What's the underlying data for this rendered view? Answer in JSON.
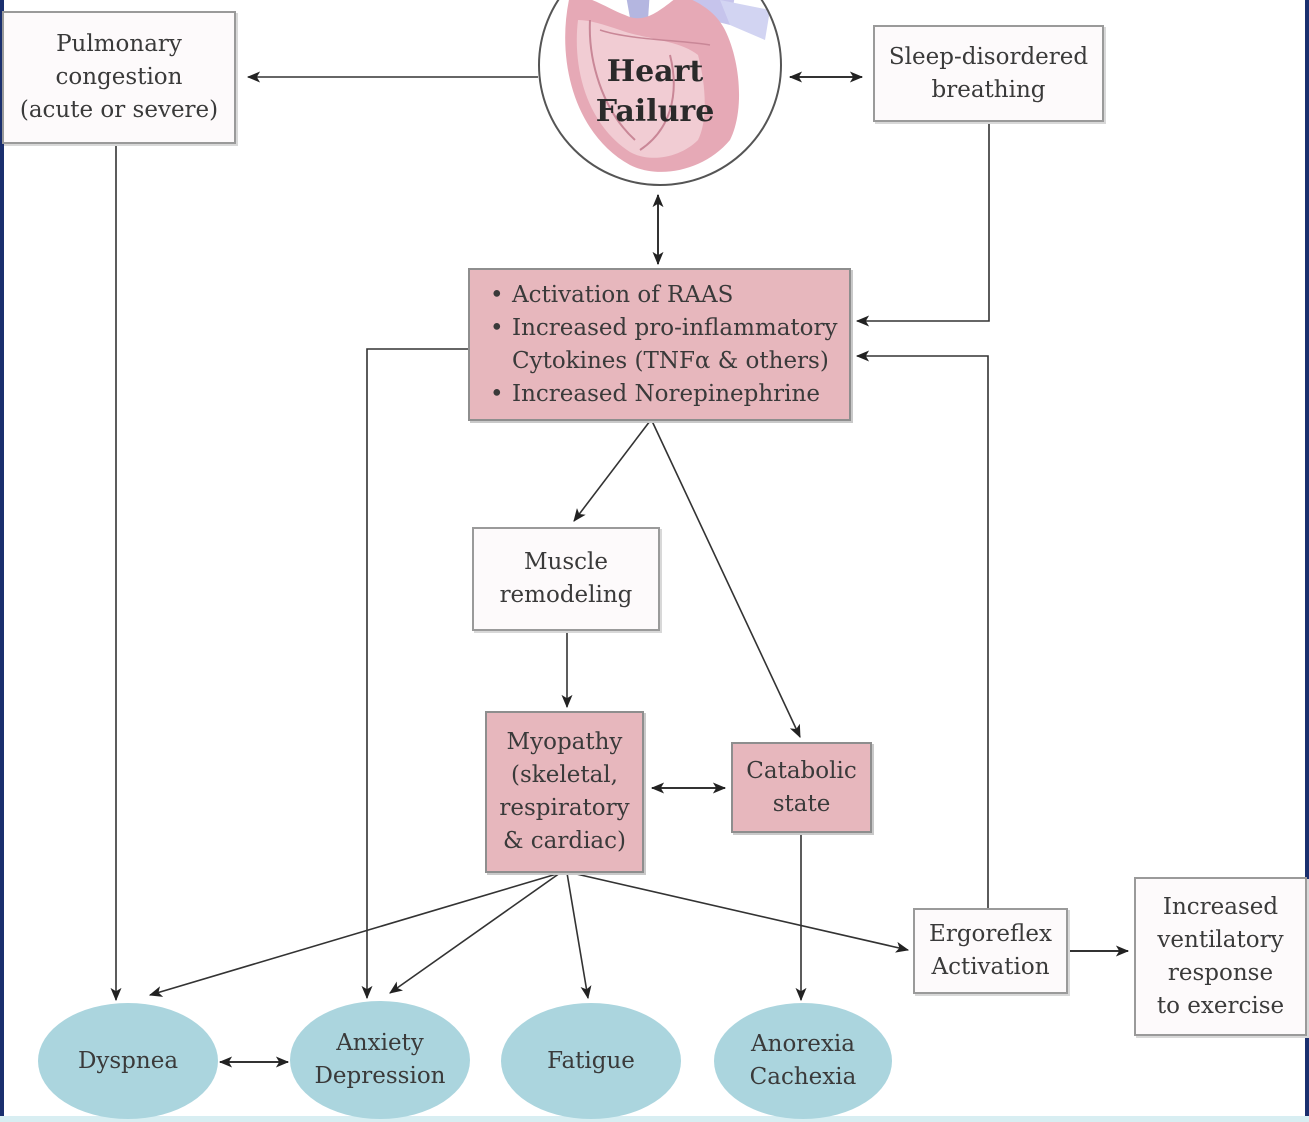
{
  "heart": {
    "line1": "Heart",
    "line2": "Failure"
  },
  "pulmonary": {
    "line1": "Pulmonary",
    "line2": "congestion",
    "line3": "(acute or severe)"
  },
  "sleep": {
    "line1": "Sleep-disordered",
    "line2": "breathing"
  },
  "activation": {
    "items": [
      "Activation of RAAS",
      "Increased pro-inflammatory",
      "Cytokines (TNFα & others)",
      "Increased Norepinephrine"
    ]
  },
  "muscle": {
    "line1": "Muscle",
    "line2": "remodeling"
  },
  "myopathy": {
    "line1": "Myopathy",
    "line2": "(skeletal,",
    "line3": "respiratory",
    "line4": "& cardiac)"
  },
  "catabolic": {
    "line1": "Catabolic",
    "line2": "state"
  },
  "ergoreflex": {
    "line1": "Ergoreflex",
    "line2": "Activation"
  },
  "ventilatory": {
    "line1": "Increased",
    "line2": "ventilatory",
    "line3": "response",
    "line4": "to exercise"
  },
  "outcomes": {
    "dyspnea": "Dyspnea",
    "anxiety_line1": "Anxiety",
    "anxiety_line2": "Depression",
    "fatigue": "Fatigue",
    "anorexia_line1": "Anorexia",
    "anorexia_line2": "Cachexia"
  },
  "colors": {
    "pink_box": "#e7b7bd",
    "oval": "#abd5de",
    "edge": "#1a2f6e"
  }
}
